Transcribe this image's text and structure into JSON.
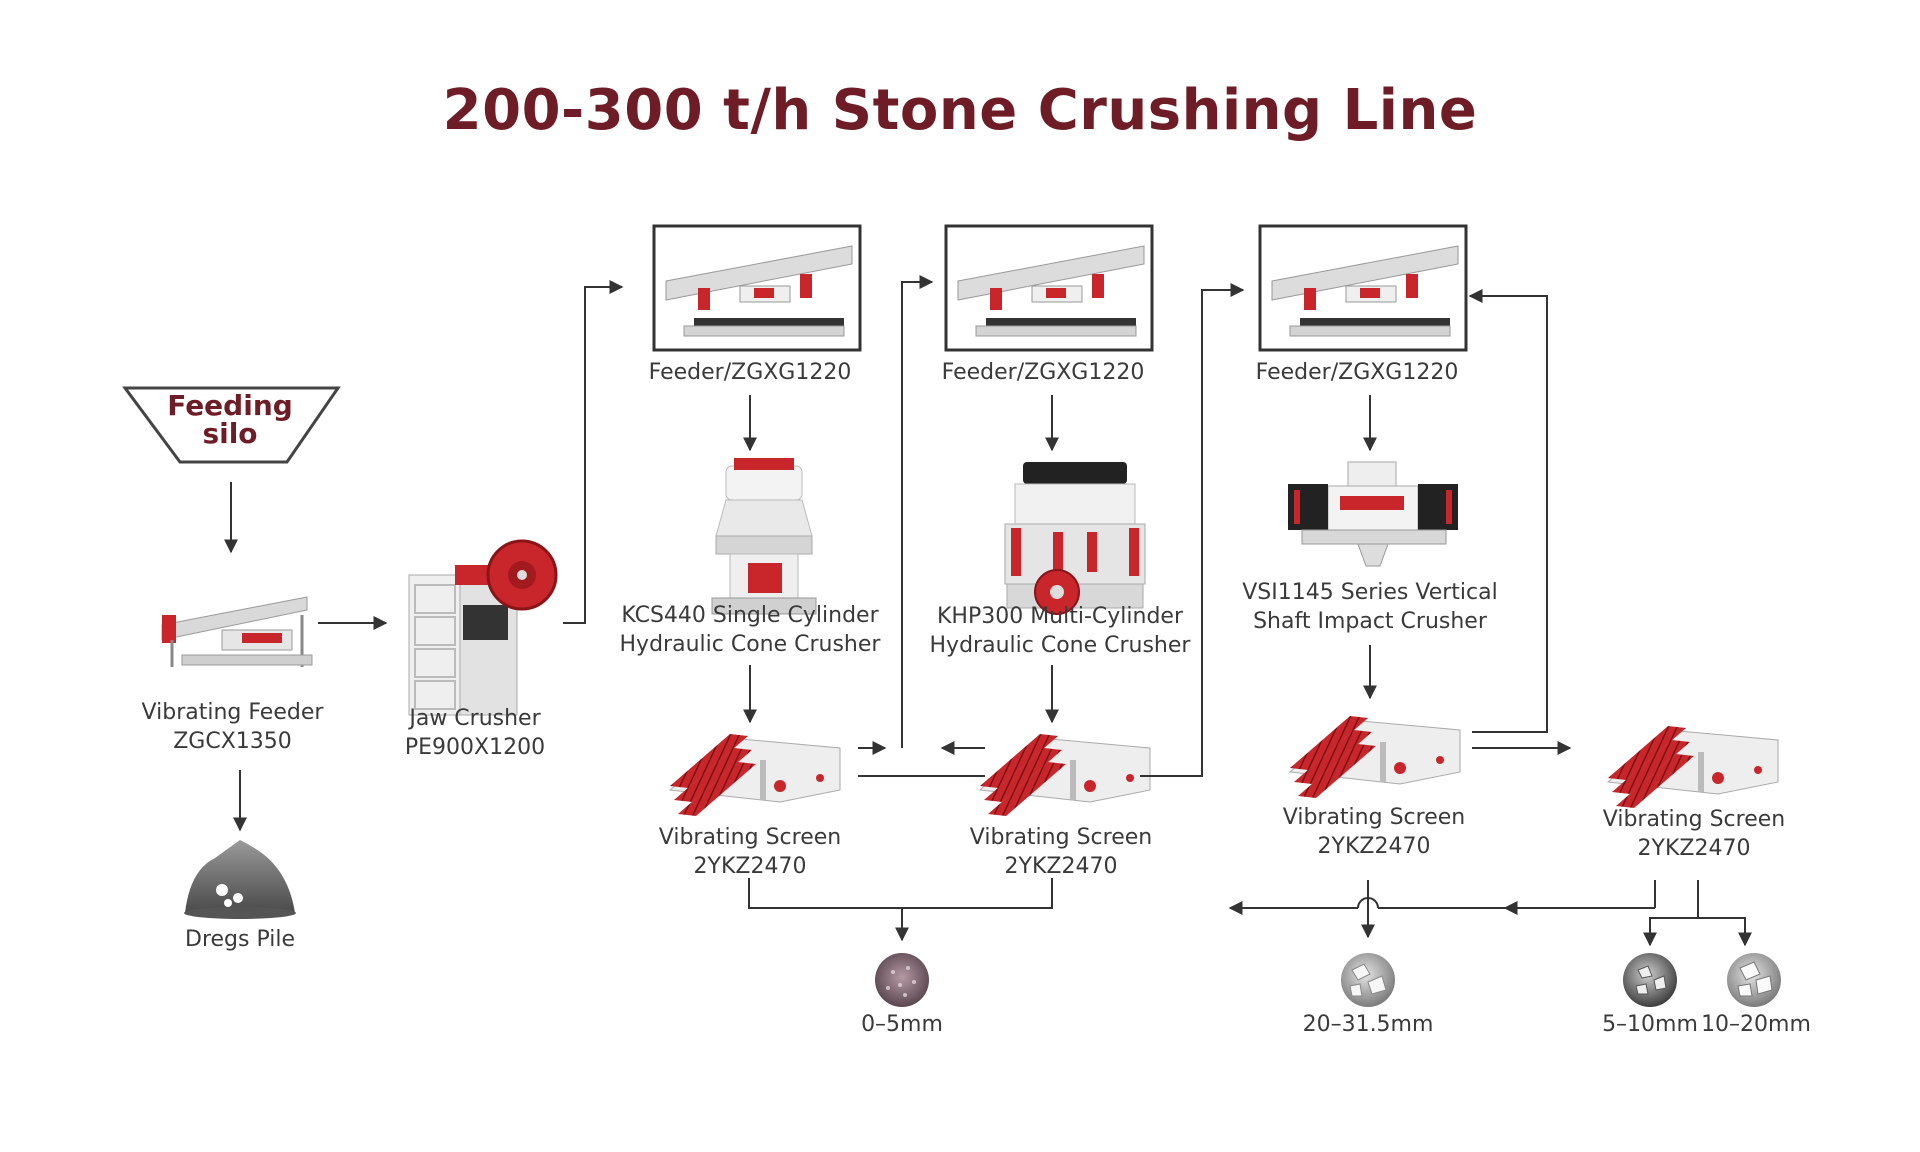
{
  "title": "200-300 t/h Stone Crushing Line",
  "colors": {
    "title": "#6e1c25",
    "accent_red": "#c8262b",
    "machine_white": "#e8e8e8",
    "line": "#333333",
    "text": "#3a3a3a"
  },
  "silo": {
    "line1": "Feeding",
    "line2": "silo"
  },
  "vibrating_feeder": {
    "line1": "Vibrating Feeder",
    "line2": "ZGCX1350"
  },
  "jaw_crusher": {
    "line1": "Jaw Crusher",
    "line2": "PE900X1200"
  },
  "dregs_pile": {
    "label": "Dregs Pile"
  },
  "feeders": [
    {
      "label": "Feeder/ZGXG1220"
    },
    {
      "label": "Feeder/ZGXG1220"
    },
    {
      "label": "Feeder/ZGXG1220"
    }
  ],
  "crushers": [
    {
      "line1": "KCS440 Single Cylinder",
      "line2": "Hydraulic Cone Crusher",
      "icon": "single-cylinder-cone-crusher-icon"
    },
    {
      "line1": "KHP300 Multi-Cylinder",
      "line2": "Hydraulic Cone Crusher",
      "icon": "multi-cylinder-cone-crusher-icon"
    },
    {
      "line1": "VSI1145 Series Vertical",
      "line2": "Shaft Impact Crusher",
      "icon": "vsi-crusher-icon"
    }
  ],
  "screens": [
    {
      "line1": "Vibrating Screen",
      "line2": "2YKZ2470"
    },
    {
      "line1": "Vibrating Screen",
      "line2": "2YKZ2470"
    },
    {
      "line1": "Vibrating Screen",
      "line2": "2YKZ2470"
    },
    {
      "line1": "Vibrating Screen",
      "line2": "2YKZ2470"
    }
  ],
  "products": [
    {
      "label": "0–5mm"
    },
    {
      "label": "20–31.5mm"
    },
    {
      "label": "5–10mm"
    },
    {
      "label": "10–20mm"
    }
  ]
}
